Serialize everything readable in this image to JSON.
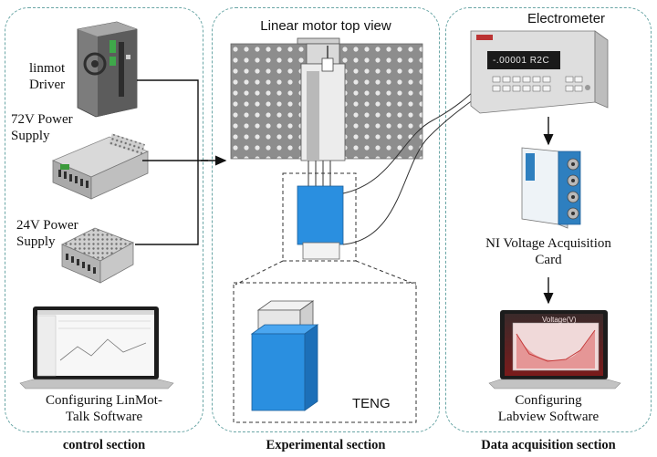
{
  "control": {
    "driver_label": "linmot\nDriver",
    "psu72_label": "72V Power\nSupply",
    "psu24_label": "24V Power\nSupply",
    "software_label": "Configuring LinMot-\nTalk Software",
    "section_label": "control section"
  },
  "experimental": {
    "title": "Linear motor top view",
    "teng_label": "TENG",
    "section_label": "Experimental section"
  },
  "acquisition": {
    "electrometer_label": "Electrometer",
    "electrometer_display": "-.00001 R2C",
    "daq_label": "NI Voltage Acquisition\nCard",
    "software_label": "Configuring\nLabview Software",
    "chart_title": "Voltage(V)",
    "section_label": "Data acquisition section"
  },
  "colors": {
    "panel_border": "#6aa6a6",
    "teng_blue": "#2a8fe0",
    "board_gray": "#8c8c8c"
  }
}
